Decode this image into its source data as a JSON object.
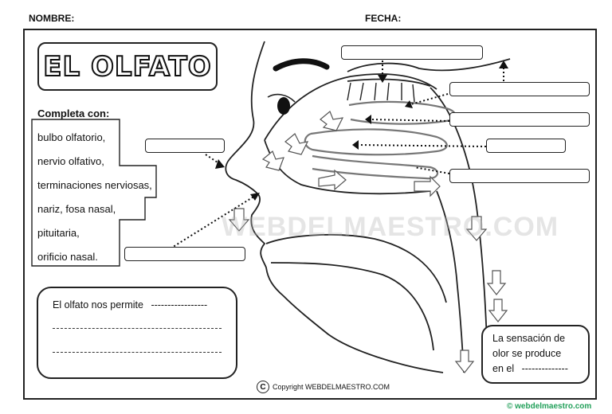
{
  "header": {
    "name_label": "NOMBRE:",
    "date_label": "FECHA:"
  },
  "title": "EL OLFATO",
  "word_bank": {
    "label": "Completa con:",
    "items": [
      "bulbo olfatorio,",
      "nervio olfativo,",
      "terminaciones nerviosas,",
      "nariz, fosa nasal,",
      "pituitaria,",
      "orificio nasal."
    ]
  },
  "question": {
    "line1": "El olfato nos permite",
    "blank": "-----------------"
  },
  "sensation": {
    "line1": "La sensación de",
    "line2": "olor se produce",
    "line3": "en el",
    "blank": "--------------"
  },
  "watermark": "WEBDELMAESTRO.COM",
  "copyright": {
    "symbol": "C",
    "text": "Copyright WEBDELMAESTRO.COM"
  },
  "site": "© webdelmaestro.com"
}
